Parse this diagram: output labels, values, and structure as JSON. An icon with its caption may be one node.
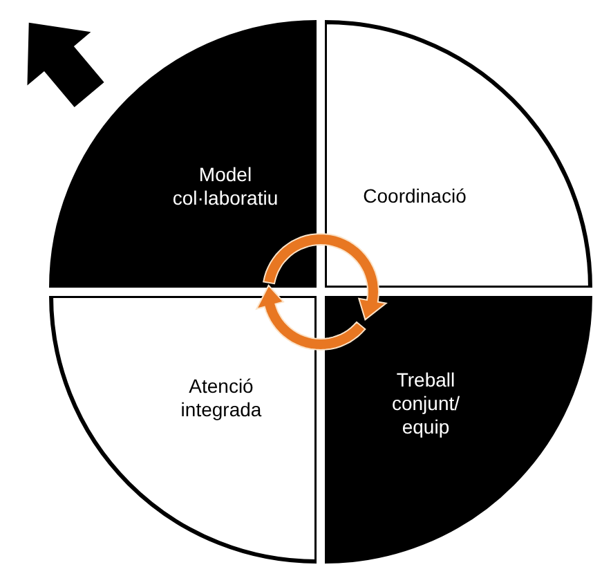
{
  "diagram": {
    "nodes": [
      {
        "text": [
          "Model col·laboratiu"
        ]
      },
      {
        "text": [
          "Coordinació"
        ]
      },
      {
        "text": [
          "Atenció integrada"
        ]
      },
      {
        "text": [
          "Treball conjunt/ equip"
        ]
      }
    ]
  }
}
